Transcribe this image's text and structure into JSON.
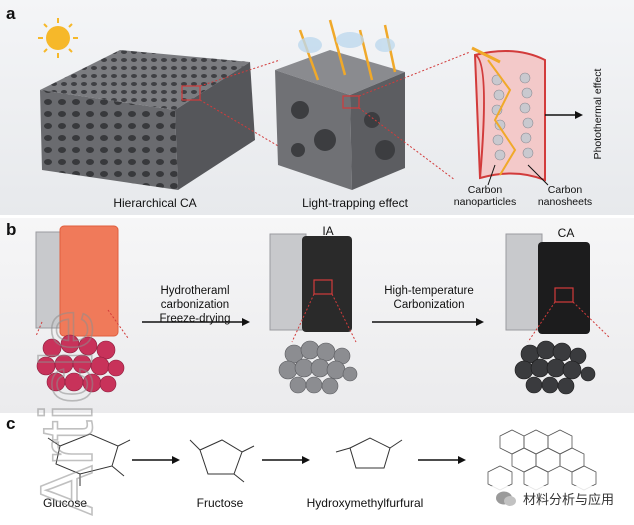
{
  "panel_a": {
    "label": "a",
    "caption_block": "Hierarchical CA",
    "caption_trap": "Light-trapping effect",
    "caption_carbon_particles": "Carbon\nnanoparticles",
    "caption_carbon_sheets": "Carbon\nnanosheets",
    "caption_photothermal": "Photothermal effect"
  },
  "panel_b": {
    "label": "b",
    "step1": "Hydrotheraml\ncarbonization\nFreeze-drying",
    "step2": "High-temperature\nCarbonization",
    "label_ia": "IA",
    "label_ca": "CA"
  },
  "panel_c": {
    "label": "c",
    "glucose": "Glucose",
    "fructose": "Fructose",
    "hmf": "Hydroxymethylfurfural"
  },
  "watermark": {
    "vertical_text": "Article",
    "wechat_text": "材料分析与应用"
  },
  "colors": {
    "accent_red": "#d23b3b",
    "gel_orange": "#f07a5a",
    "carbon_dark": "#2a2a2a"
  }
}
